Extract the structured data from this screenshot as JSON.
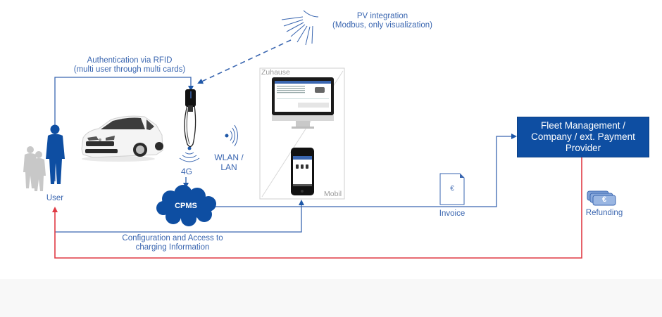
{
  "diagram": {
    "nodes": {
      "pv": {
        "icon": "sun-icon",
        "label_line1": "PV integration",
        "label_line2": "(Modbus, only visualization)"
      },
      "user": {
        "icon": "user-group-icon",
        "label": "User"
      },
      "car": {
        "icon": "electric-car-icon"
      },
      "charger": {
        "icon": "wallbox-charger-icon"
      },
      "wlan": {
        "icon": "wireless-signal-icon",
        "label_line1": "WLAN /",
        "label_line2": "LAN"
      },
      "cellular": {
        "label": "4G"
      },
      "cpms": {
        "icon": "cloud-icon",
        "label": "CPMS"
      },
      "devices": {
        "home_label": "Zuhause",
        "mobile_label": "Mobil"
      },
      "invoice": {
        "icon": "invoice-document-icon",
        "symbol": "€",
        "label": "Invoice"
      },
      "fleet": {
        "label": "Fleet Management / Company / ext. Payment Provider"
      },
      "refunding": {
        "icon": "euro-banknotes-icon",
        "symbol": "€",
        "label": "Refunding"
      }
    },
    "edges": {
      "rfid": {
        "label_line1": "Authentication via RFID",
        "label_line2": "(multi user through multi cards)"
      },
      "config": {
        "label_line1": "Configuration and Access to",
        "label_line2": "charging Information"
      }
    },
    "colors": {
      "primary_blue": "#0e4ea2",
      "line_blue": "#3a66b0",
      "refund_red": "#e03a44",
      "figure_gray": "#c8c8c8"
    }
  }
}
